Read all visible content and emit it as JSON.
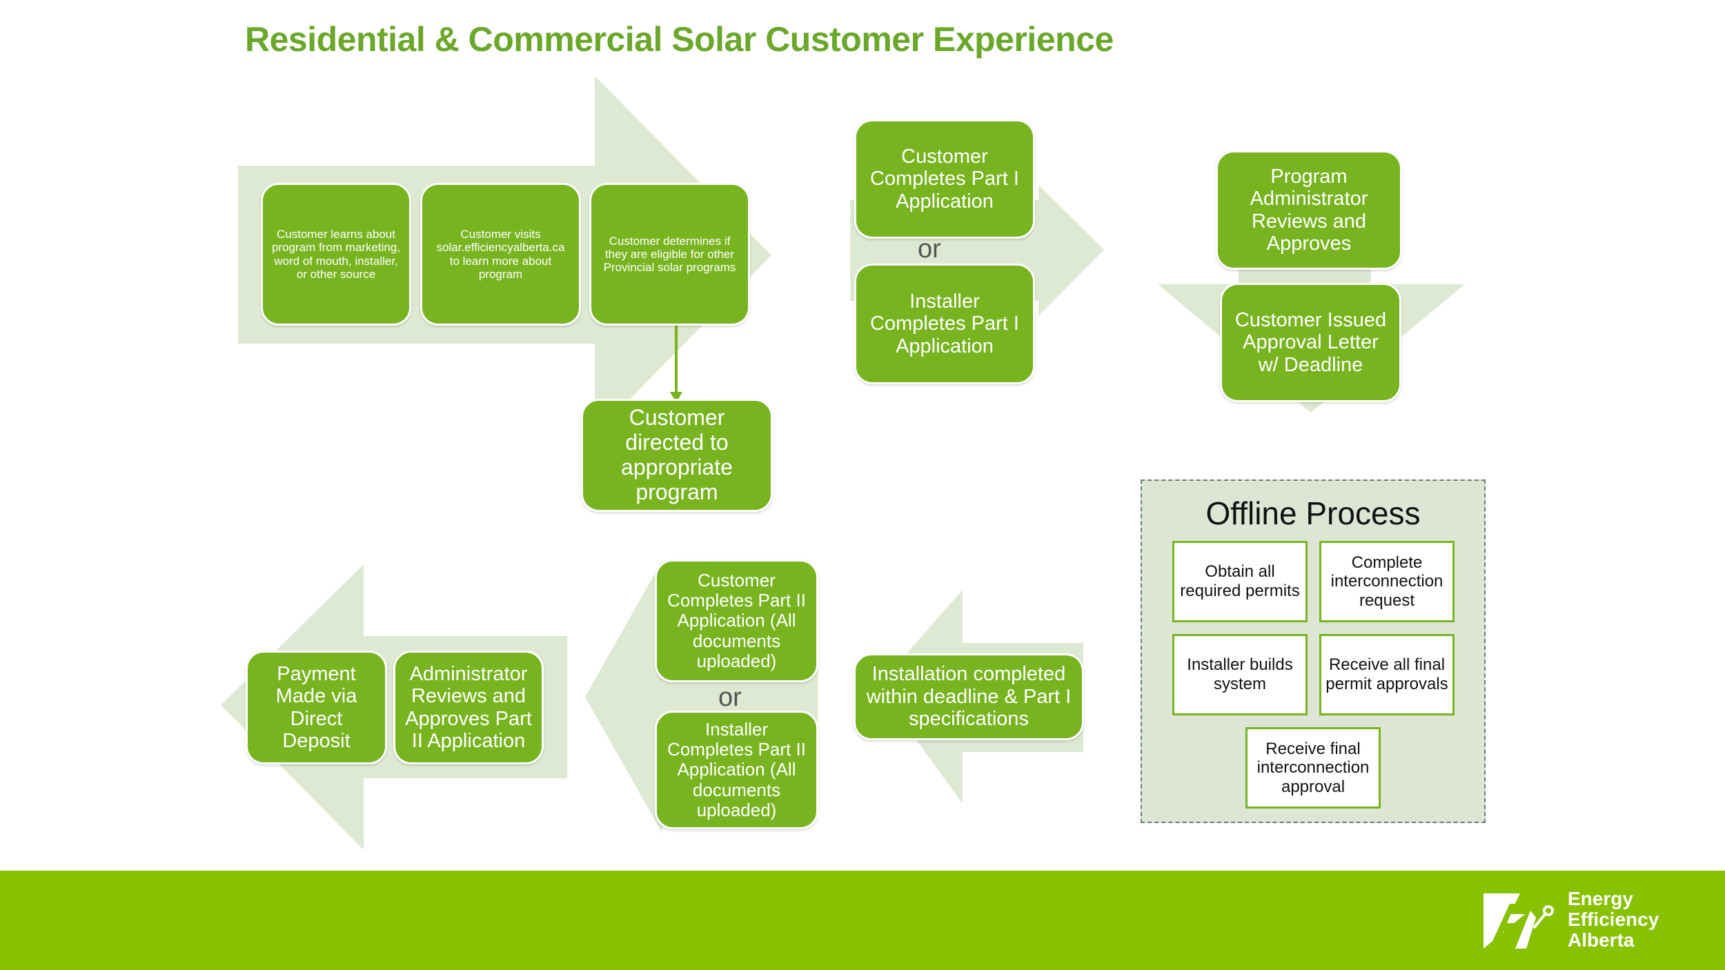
{
  "title": "Residential & Commercial Solar Customer Experience",
  "steps": {
    "learn": "Customer learns about program from marketing, word of mouth, installer, or other source",
    "visit": "Customer visits solar.efficiencyalberta.ca to learn more about program",
    "determine": "Customer determines if they are eligible for other Provincial solar programs",
    "directed": "Customer directed to appropriate program",
    "customer_part1": "Customer Completes Part I Application",
    "installer_part1": "Installer Completes Part I Application",
    "admin_review": "Program Administrator Reviews and Approves",
    "approval_letter": "Customer Issued Approval Letter w/ Deadline",
    "installation": "Installation completed within deadline & Part I specifications",
    "customer_part2": "Customer Completes Part II Application (All documents uploaded)",
    "installer_part2": "Installer Completes Part II Application (All documents uploaded)",
    "admin_part2": "Administrator Reviews and Approves Part II Application",
    "payment": "Payment Made via Direct Deposit"
  },
  "or_label": "or",
  "offline": {
    "title": "Offline Process",
    "items": [
      "Obtain all required permits",
      "Complete interconnection request",
      "Installer builds system",
      "Receive all final permit approvals",
      "Receive final interconnection approval"
    ]
  },
  "logo": {
    "line1": "Energy",
    "line2": "Efficiency",
    "line3": "Alberta"
  },
  "colors": {
    "accent": "#77b41f",
    "arrow": "#dde9d2",
    "footer": "#87c100",
    "title": "#6aa72a"
  }
}
